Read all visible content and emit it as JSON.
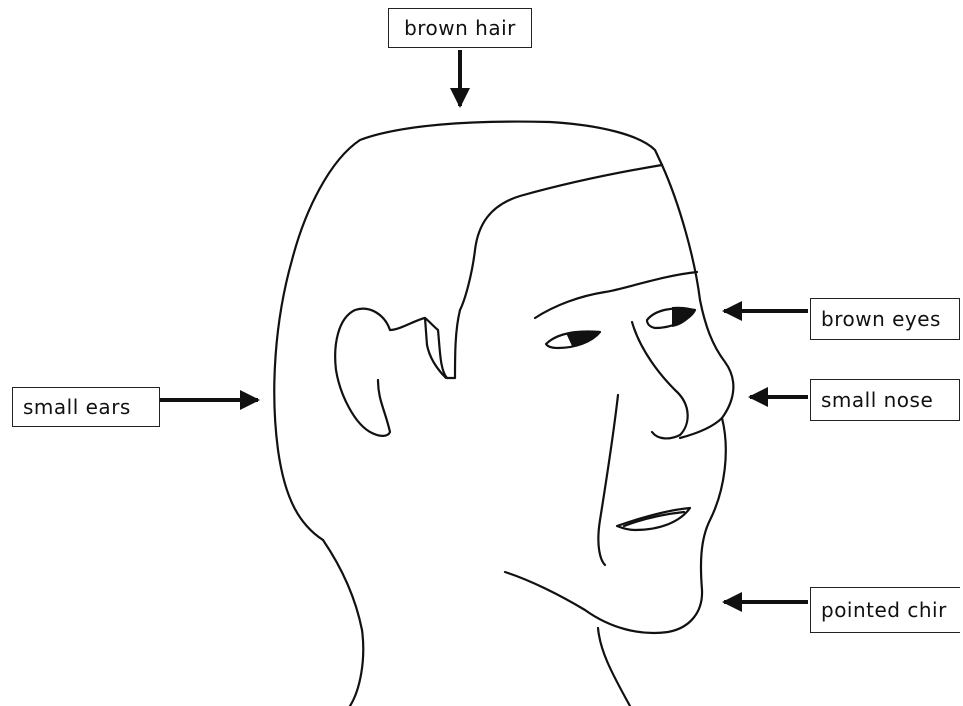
{
  "labels": {
    "hair": "brown hair",
    "ears": "small ears",
    "eyes": "brown eyes",
    "nose": "small nose",
    "chin": "pointed chir"
  },
  "colors": {
    "ink": "#111111",
    "background": "#ffffff"
  }
}
